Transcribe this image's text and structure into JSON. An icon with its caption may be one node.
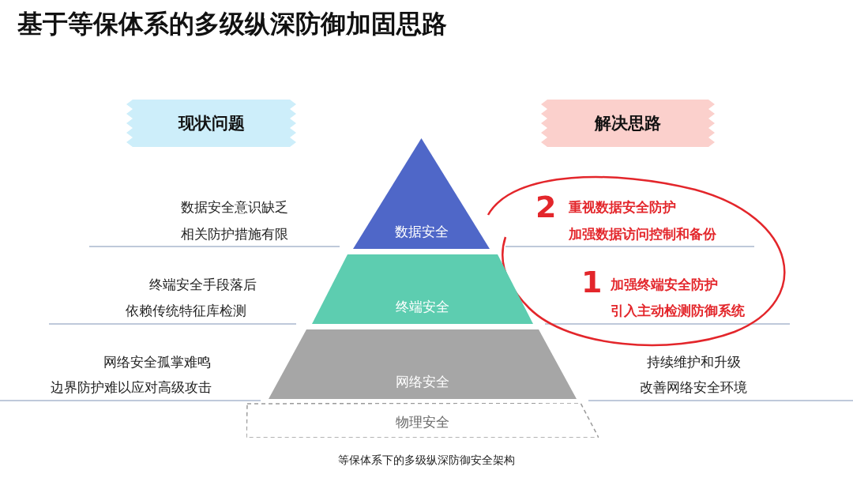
{
  "diagram": {
    "title": "基于等保体系的多级纵深防御加固思路",
    "caption": "等保体系下的多级纵深防御安全架构",
    "nodes": [
      {
        "text": [
          "现状问题"
        ]
      },
      {
        "text": [
          "解决思路"
        ]
      },
      {
        "text": [
          "数据安全"
        ]
      },
      {
        "text": [
          "终端安全"
        ]
      },
      {
        "text": [
          "网络安全"
        ]
      },
      {
        "text": [
          "物理安全"
        ]
      }
    ],
    "labels": [
      "数据安全意识缺乏",
      "相关防护措施有限",
      "2",
      "重视数据安全防护",
      "加强数据访问控制和备份",
      "终端安全手段落后",
      "依赖传统特征库检测",
      "1",
      "加强终端安全防护",
      "引入主动检测防御系统",
      "网络安全孤掌难鸣",
      "边界防护难以应对高级攻击",
      "持续维护和升级",
      "改善网络安全环境"
    ]
  }
}
